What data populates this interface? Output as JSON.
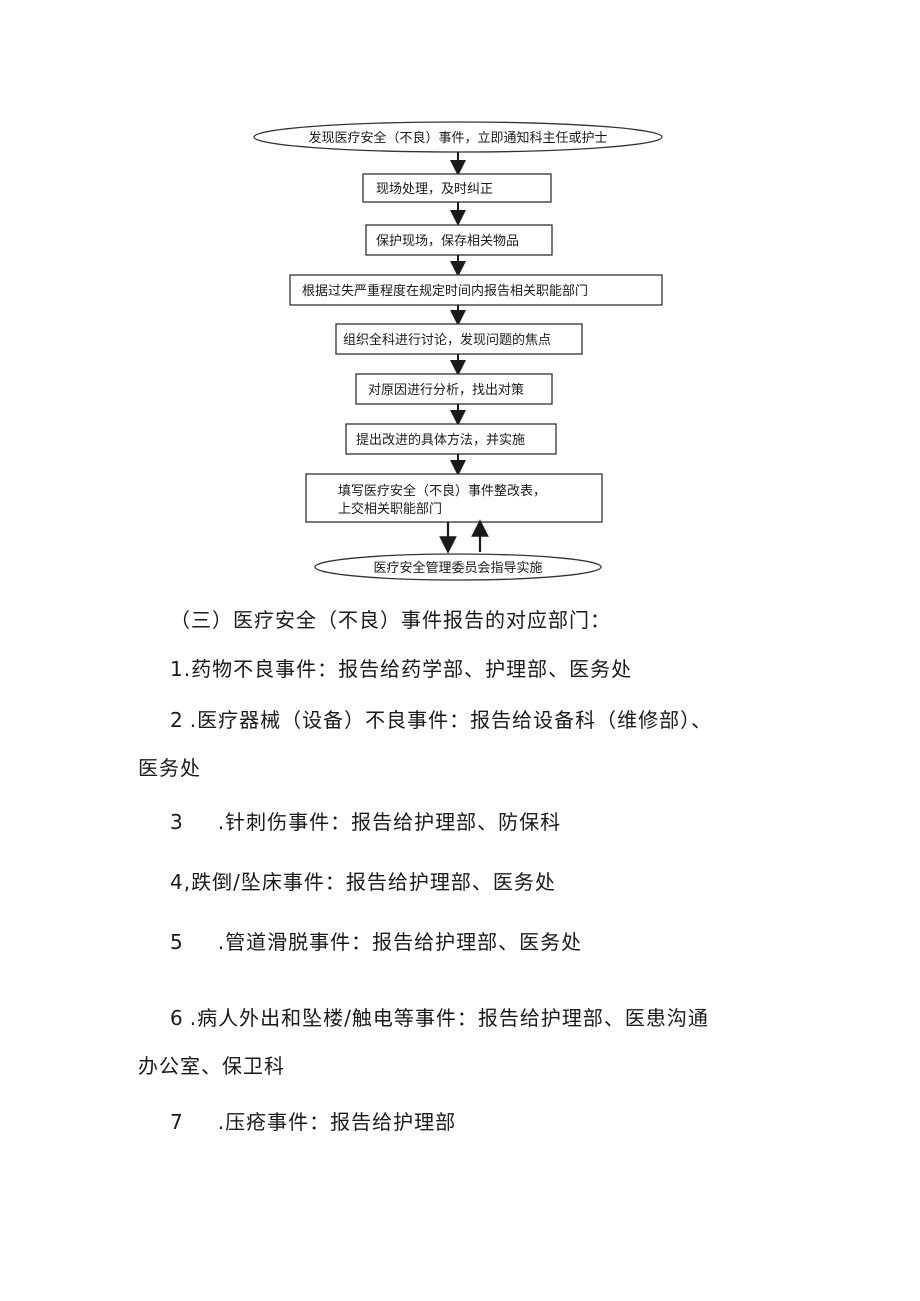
{
  "flowchart": {
    "start": "发现医疗安全（不良）事件，立即通知科主任或护士",
    "steps": [
      "现场处理，及时纠正",
      "保护现场，保存相关物品",
      "根据过失严重程度在规定时间内报告相关职能部门",
      "组织全科进行讨论，发现问题的焦点",
      "对原因进行分析，找出对策",
      "提出改进的具体方法，并实施"
    ],
    "final_step": {
      "line1": "填写医疗安全（不良）事件整改表，",
      "line2": "上交相关职能部门"
    },
    "end": "医疗安全管理委员会指导实施"
  },
  "section": {
    "heading": "（三）医疗安全（不良）事件报告的对应部门：",
    "items": [
      {
        "num": "1.",
        "text": "药物不良事件：报告给药学部、护理部、医务处"
      },
      {
        "num": "2",
        "text": ".医疗器械（设备）不良事件：报告给设备科（维修部）、",
        "cont": "医务处"
      },
      {
        "num": "3",
        "text": ".针刺伤事件：报告给护理部、防保科"
      },
      {
        "num": "4,",
        "text": "跌倒/坠床事件：报告给护理部、医务处"
      },
      {
        "num": "5",
        "text": ".管道滑脱事件：报告给护理部、医务处"
      },
      {
        "num": "6",
        "text": ".病人外出和坠楼/触电等事件：报告给护理部、医患沟通",
        "cont": "办公室、保卫科"
      },
      {
        "num": "7",
        "text": ".压疮事件：报告给护理部"
      }
    ]
  }
}
